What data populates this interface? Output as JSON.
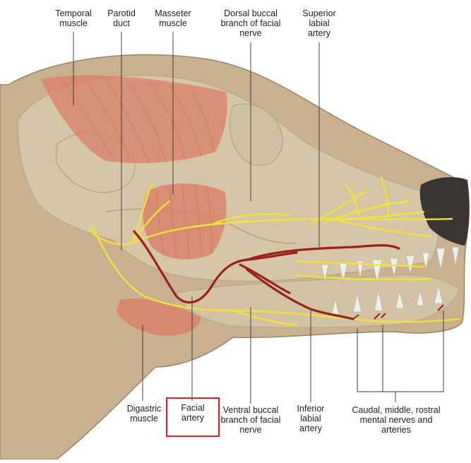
{
  "labels": {
    "temporal_muscle": "Temporal muscle",
    "parotid_duct": "Parotid duct",
    "masseter_muscle": "Masseter muscle",
    "dorsal_buccal_branch": "Dorsal buccal branch of facial nerve",
    "superior_labial_artery": "Superior labial artery",
    "digastric_muscle": "Digastric muscle",
    "facial_artery": "Facial artery",
    "ventral_buccal_branch": "Ventral buccal branch of facial nerve",
    "inferior_labial_artery": "Inferior labial artery",
    "mental_nerves_arteries": "Caudal, middle, rostral mental nerves and arteries"
  },
  "highlight": {
    "target": "facial_artery",
    "color": "#e21b1b"
  },
  "colors": {
    "skin": "#c9b190",
    "skin_shade": "#b59c78",
    "bone": "#d8cdb0",
    "muscle": "#d9826a",
    "nerve": "#f2e23a",
    "artery": "#9a2118",
    "nose": "#3a3532",
    "tooth": "#efefe9"
  }
}
